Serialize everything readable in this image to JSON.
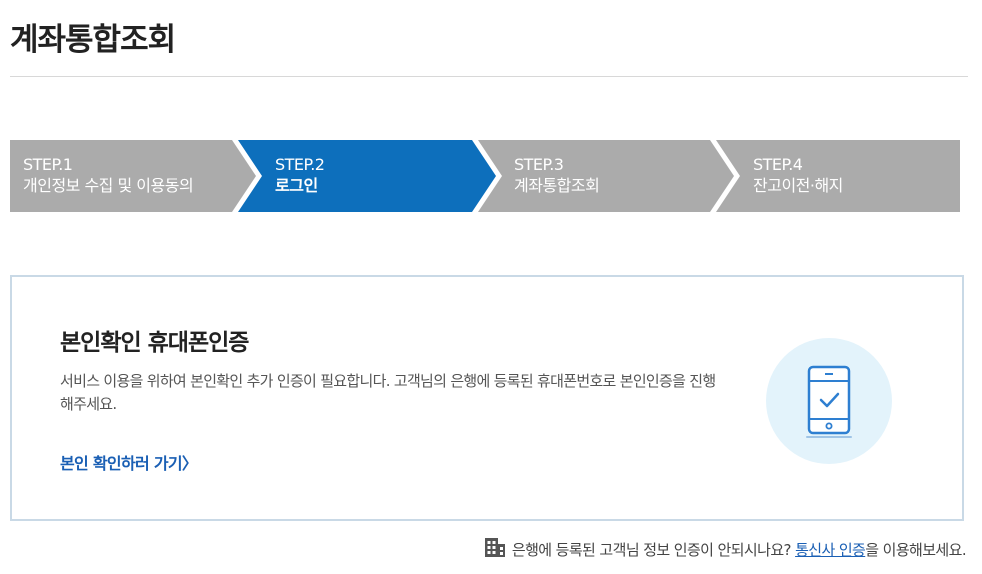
{
  "page": {
    "title": "계좌통합조회"
  },
  "stepper": {
    "steps": [
      {
        "number": "STEP.1",
        "label": "개인정보 수집 및 이용동의",
        "active": false
      },
      {
        "number": "STEP.2",
        "label": "로그인",
        "active": true
      },
      {
        "number": "STEP.3",
        "label": "계좌통합조회",
        "active": false
      },
      {
        "number": "STEP.4",
        "label": "잔고이전·해지",
        "active": false
      }
    ]
  },
  "card": {
    "title": "본인확인 휴대폰인증",
    "description": "서비스 이용을 위하여 본인확인 추가 인증이 필요합니다. 고객님의 은행에 등록된 휴대폰번호로 본인인증을 진행해주세요.",
    "link_label": "본인 확인하러 가기",
    "link_chevron": "〉",
    "illustration": "phone-check-icon"
  },
  "footer": {
    "icon": "building-icon",
    "prefix": "은행에 등록된 고객님 정보 인증이 안되시나요? ",
    "link": "통신사 인증",
    "suffix": "을 이용해보세요."
  },
  "colors": {
    "active_step": "#0d6fbc",
    "inactive_step": "#ababab",
    "link": "#1a5fb4",
    "card_border": "#c9d9e6",
    "illustration_bg": "#e3f3fb",
    "illustration_stroke": "#2e7fd1"
  }
}
